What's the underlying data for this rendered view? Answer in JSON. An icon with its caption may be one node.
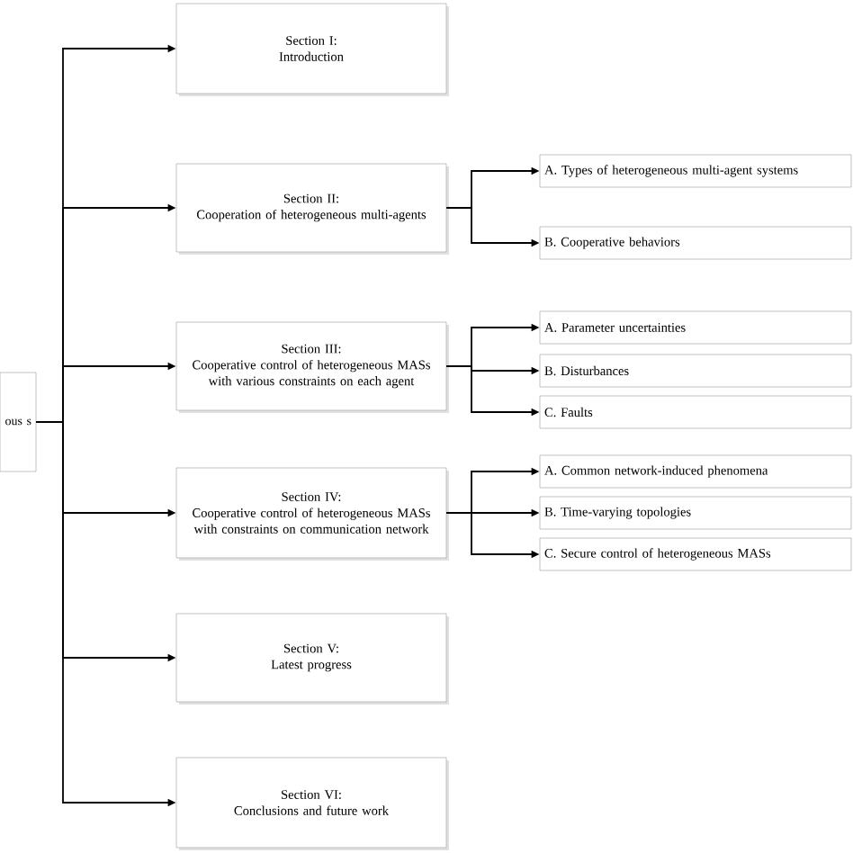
{
  "diagram": {
    "nodes": [
      {
        "text": [
          "ous s"
        ]
      },
      {
        "text": [
          "Section I:",
          "Introduction"
        ]
      },
      {
        "text": [
          "Section II:",
          "Cooperation of heterogeneous multi-agents"
        ]
      },
      {
        "text": [
          "Section III:",
          "Cooperative control of heterogeneous MASs with various constraints on each agent"
        ]
      },
      {
        "text": [
          "Section IV:",
          "Cooperative control of heterogeneous MASs with constraints on communication network"
        ]
      },
      {
        "text": [
          "Section V:",
          "Latest progress"
        ]
      },
      {
        "text": [
          "Section VI:",
          "Conclusions and future work"
        ]
      },
      {
        "text": [
          "A. Types of heterogeneous multi-agent systems"
        ]
      },
      {
        "text": [
          "B. Cooperative behaviors"
        ]
      },
      {
        "text": [
          "A. Parameter uncertainties"
        ]
      },
      {
        "text": [
          "B. Disturbances"
        ]
      },
      {
        "text": [
          "C. Faults"
        ]
      },
      {
        "text": [
          "A. Common network-induced phenomena"
        ]
      },
      {
        "text": [
          "B. Time-varying topologies"
        ]
      },
      {
        "text": [
          "C. Secure control of heterogeneous MASs"
        ]
      }
    ],
    "edges": [
      {
        "from": 0,
        "to": 1,
        "arrow": "to"
      },
      {
        "from": 0,
        "to": 2,
        "arrow": "to"
      },
      {
        "from": 0,
        "to": 3,
        "arrow": "to"
      },
      {
        "from": 0,
        "to": 4,
        "arrow": "to"
      },
      {
        "from": 0,
        "to": 5,
        "arrow": "to"
      },
      {
        "from": 0,
        "to": 6,
        "arrow": "to"
      },
      {
        "from": 2,
        "to": 7,
        "arrow": "to"
      },
      {
        "from": 2,
        "to": 8,
        "arrow": "to"
      },
      {
        "from": 3,
        "to": 9,
        "arrow": "to"
      },
      {
        "from": 3,
        "to": 10,
        "arrow": "to"
      },
      {
        "from": 3,
        "to": 11,
        "arrow": "to"
      },
      {
        "from": 4,
        "to": 12,
        "arrow": "to"
      },
      {
        "from": 4,
        "to": 13,
        "arrow": "to"
      },
      {
        "from": 4,
        "to": 14,
        "arrow": "to"
      }
    ]
  }
}
